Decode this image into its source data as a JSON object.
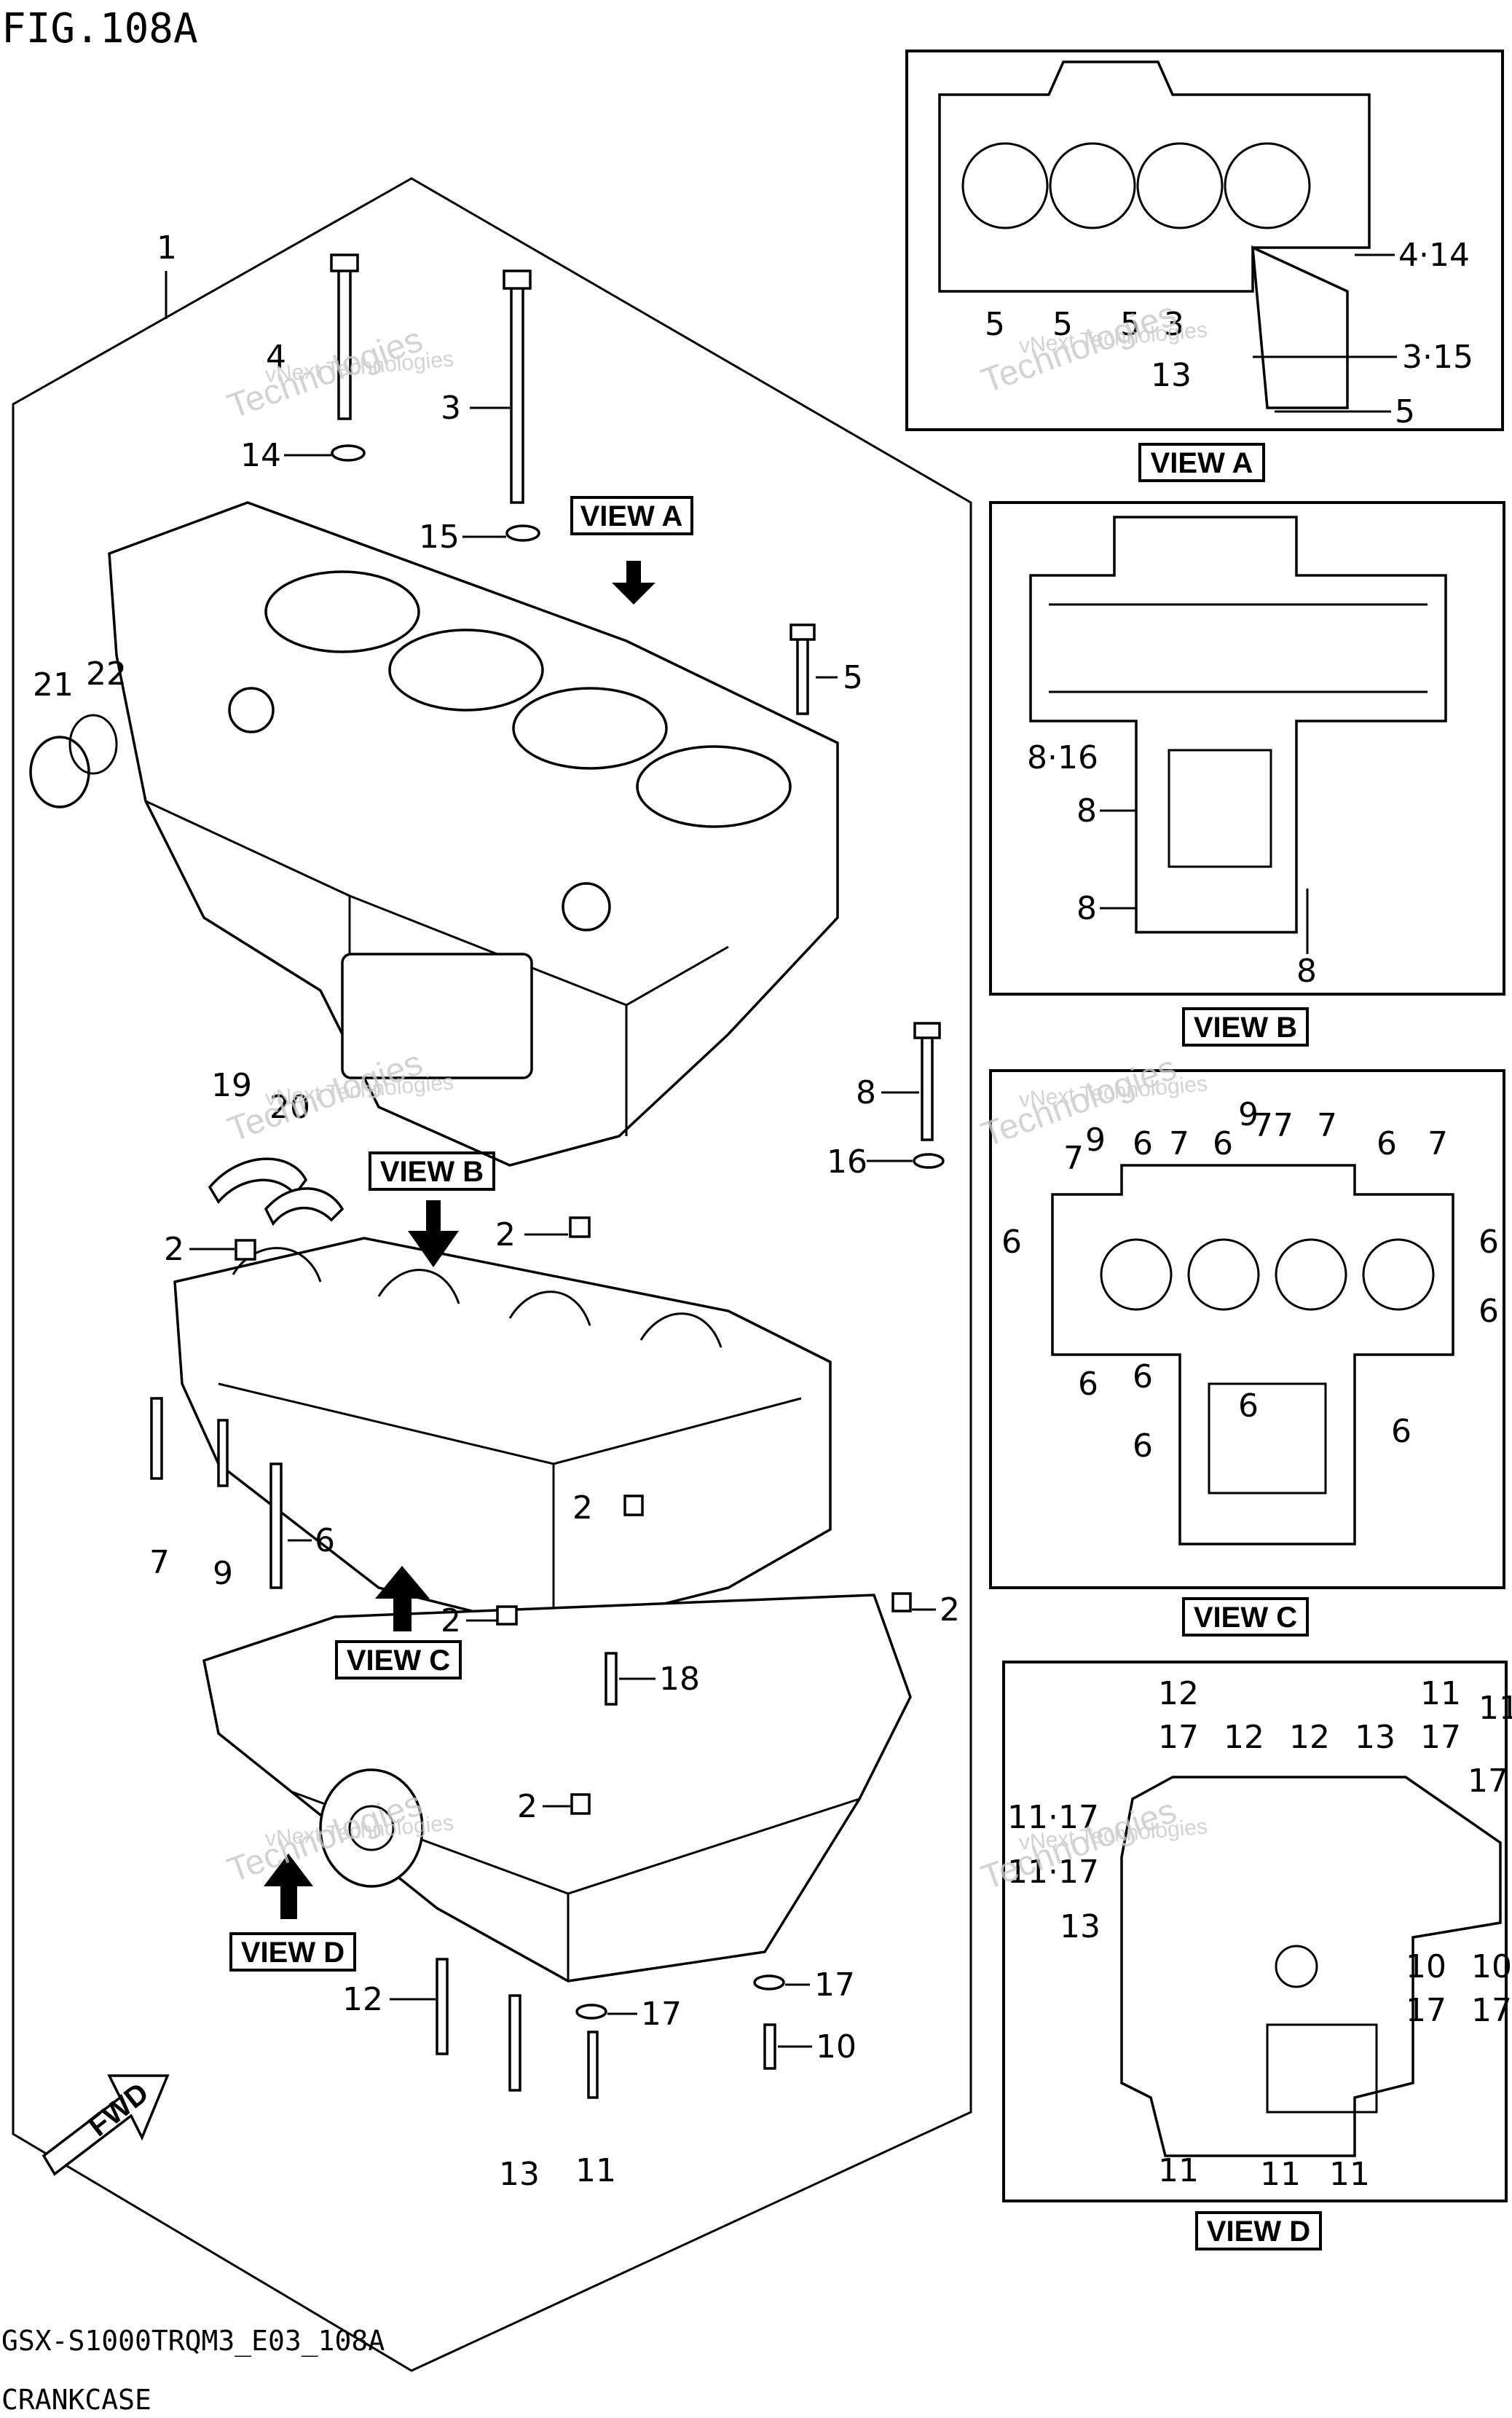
{
  "figure": {
    "title": "FIG.108A"
  },
  "footer": {
    "code": "GSX-S1000TRQM3_E03_108A",
    "name": "CRANKCASE"
  },
  "views": {
    "a": "VIEW A",
    "b": "VIEW B",
    "c": "VIEW C",
    "d": "VIEW D"
  },
  "fwd": "FWD",
  "watermark": {
    "line1": "vNext Technologies",
    "line2": "Technologies"
  },
  "main_callouts": [
    "1",
    "4",
    "3",
    "14",
    "15",
    "5",
    "21",
    "22",
    "19",
    "20",
    "8",
    "16",
    "2",
    "2",
    "2",
    "7",
    "9",
    "6",
    "2",
    "2",
    "18",
    "2",
    "17",
    "17",
    "12",
    "13",
    "11",
    "10"
  ],
  "view_a_callouts": [
    "4·14",
    "5",
    "5",
    "5",
    "3",
    "13",
    "3·15",
    "5"
  ],
  "view_b_callouts": [
    "8·16",
    "8",
    "8",
    "8"
  ],
  "view_c_callouts": [
    "7",
    "9",
    "6",
    "7",
    "6",
    "9",
    "7",
    "7",
    "7",
    "6",
    "7",
    "6",
    "6",
    "6",
    "6",
    "6",
    "6",
    "6",
    "6"
  ],
  "view_d_callouts": [
    "12",
    "17",
    "12",
    "12",
    "13",
    "11",
    "17",
    "11",
    "17",
    "11·17",
    "11·17",
    "13",
    "10",
    "17",
    "10",
    "17",
    "11",
    "11",
    "11"
  ]
}
